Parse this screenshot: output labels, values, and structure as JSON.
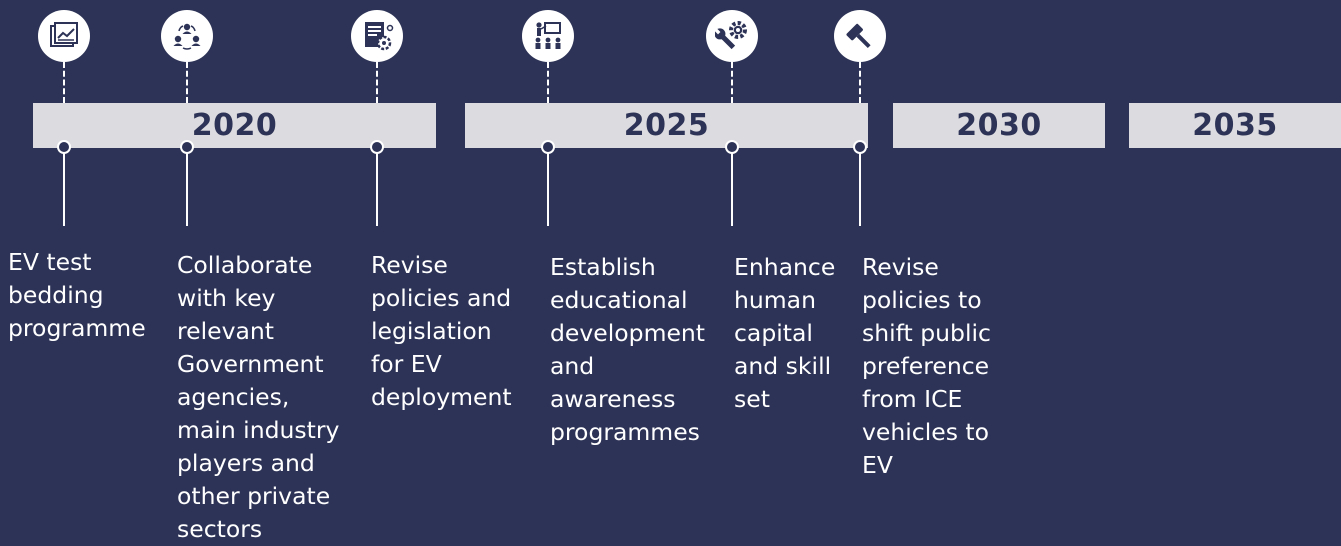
{
  "years": [
    "2020",
    "2025",
    "2030",
    "2035"
  ],
  "milestones": [
    {
      "icon": "chart-document-icon",
      "text": "EV test\nbedding\nprogramme"
    },
    {
      "icon": "people-collaboration-icon",
      "text": "Collaborate\nwith key\nrelevant\nGovernment\nagencies,\nmain industry\nplayers and\nother private\nsectors"
    },
    {
      "icon": "policy-document-gear-icon",
      "text": "Revise\npolicies and\nlegislation\nfor EV\ndeployment"
    },
    {
      "icon": "presentation-audience-icon",
      "text": "Establish\neducational\ndevelopment\nand\nawareness\nprogrammes"
    },
    {
      "icon": "wrench-gear-icon",
      "text": "Enhance\nhuman\ncapital\nand skill\nset"
    },
    {
      "icon": "gavel-icon",
      "text": "Revise\npolicies to\nshift public\npreference\nfrom ICE\nvehicles to\nEV"
    }
  ],
  "colors": {
    "background": "#2d3356",
    "bar": "#dcdbdf",
    "text": "#ffffff",
    "icon_fill": "#2d3356"
  }
}
